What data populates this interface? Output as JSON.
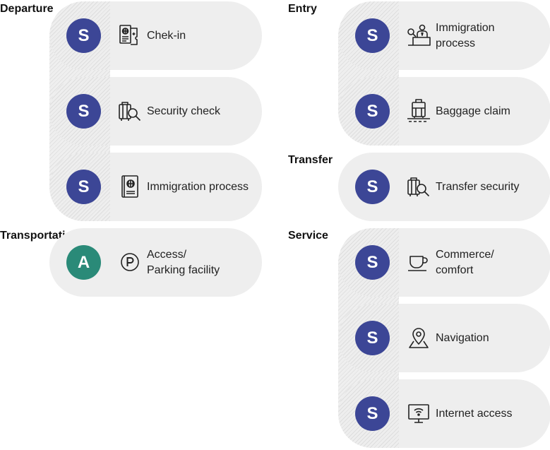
{
  "departure": {
    "title": "Departure",
    "items": [
      {
        "badge": "S",
        "icon": "passport-ticket-icon",
        "label": "Chek-in"
      },
      {
        "badge": "S",
        "icon": "luggage-search-icon",
        "label": "Security check"
      },
      {
        "badge": "S",
        "icon": "passport-icon",
        "label": "Immigration process"
      }
    ]
  },
  "transportation": {
    "title": "Transportation",
    "items": [
      {
        "badge": "A",
        "icon": "parking-icon",
        "label": "Access/\nParking facility"
      }
    ]
  },
  "entry": {
    "title": "Entry",
    "items": [
      {
        "badge": "S",
        "icon": "immigration-desk-icon",
        "label": "Immigration\nprocess"
      },
      {
        "badge": "S",
        "icon": "baggage-claim-icon",
        "label": "Baggage claim"
      }
    ]
  },
  "transfer": {
    "title": "Transfer",
    "items": [
      {
        "badge": "S",
        "icon": "luggage-search-icon",
        "label": "Transfer security"
      }
    ]
  },
  "service": {
    "title": "Service",
    "items": [
      {
        "badge": "S",
        "icon": "coffee-cup-icon",
        "label": "Commerce/\ncomfort"
      },
      {
        "badge": "S",
        "icon": "location-pin-icon",
        "label": "Navigation"
      },
      {
        "badge": "S",
        "icon": "wifi-monitor-icon",
        "label": "Internet access"
      }
    ]
  },
  "colors": {
    "badge_s": "#3c4696",
    "badge_a": "#2a8a78",
    "card_background": "#eeeeee"
  }
}
